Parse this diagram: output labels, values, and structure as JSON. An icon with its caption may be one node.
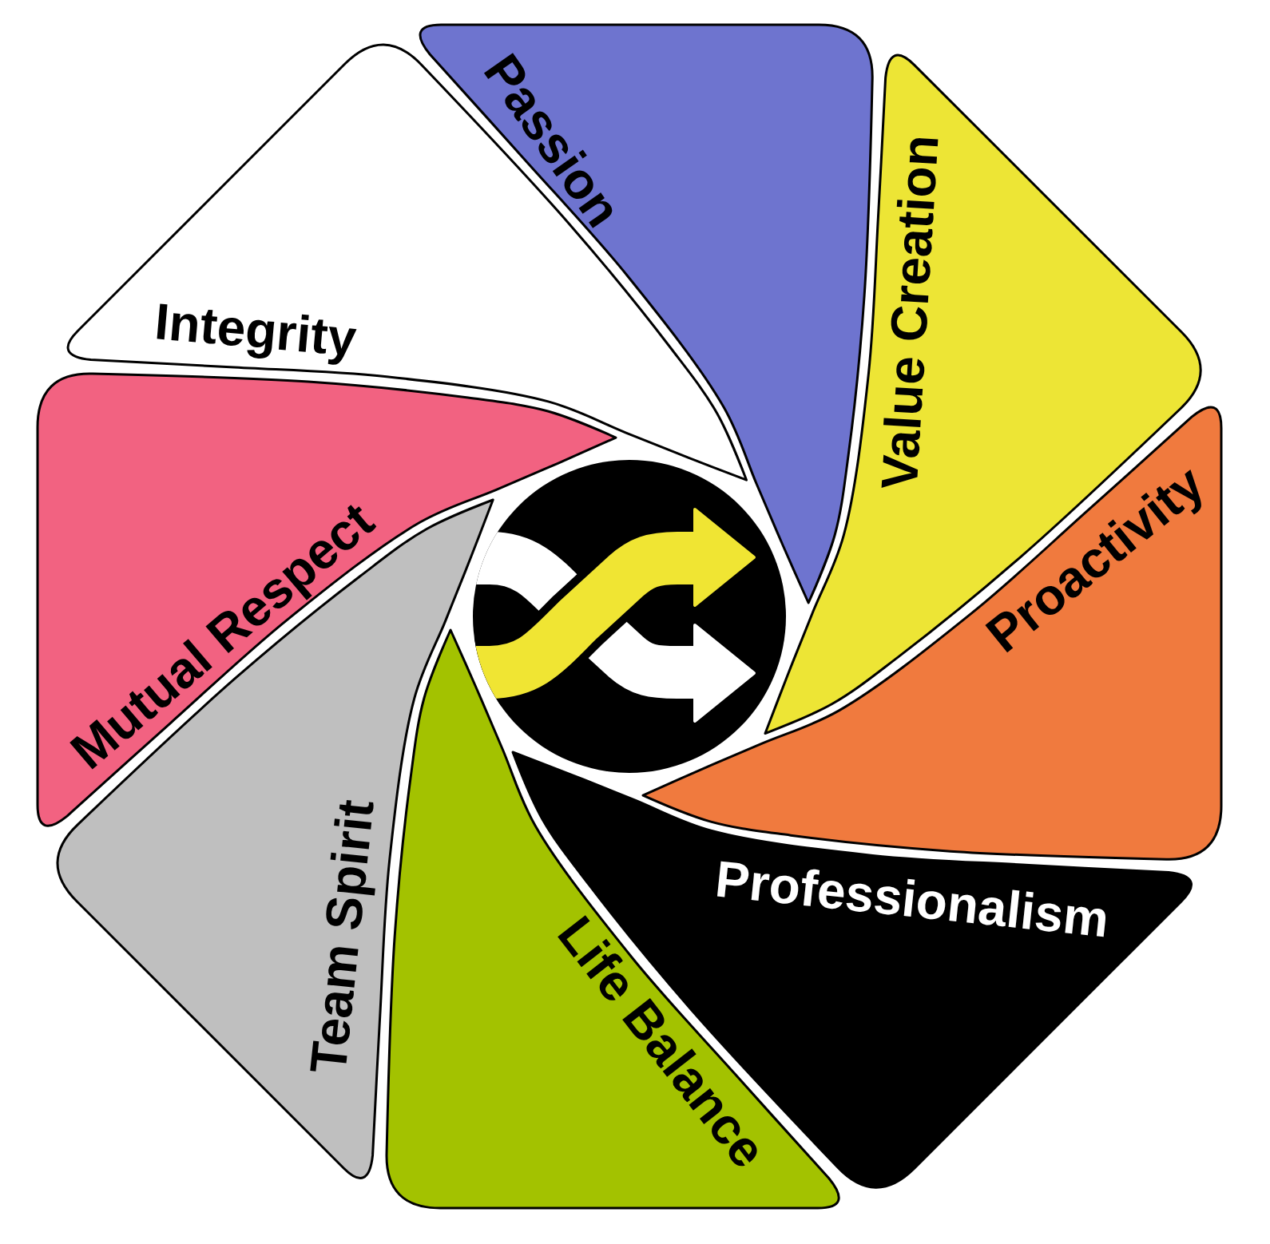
{
  "diagram": {
    "nodes": [
      {
        "text": [
          "Passion"
        ]
      },
      {
        "text": [
          "Value Creation"
        ]
      },
      {
        "text": [
          "Proactivity"
        ]
      },
      {
        "text": [
          "Professionalism"
        ]
      },
      {
        "text": [
          "Life Balance"
        ]
      },
      {
        "text": [
          "Team Spirit"
        ]
      },
      {
        "text": [
          "Mutual Respect"
        ]
      },
      {
        "text": [
          "Integrity"
        ]
      }
    ]
  }
}
